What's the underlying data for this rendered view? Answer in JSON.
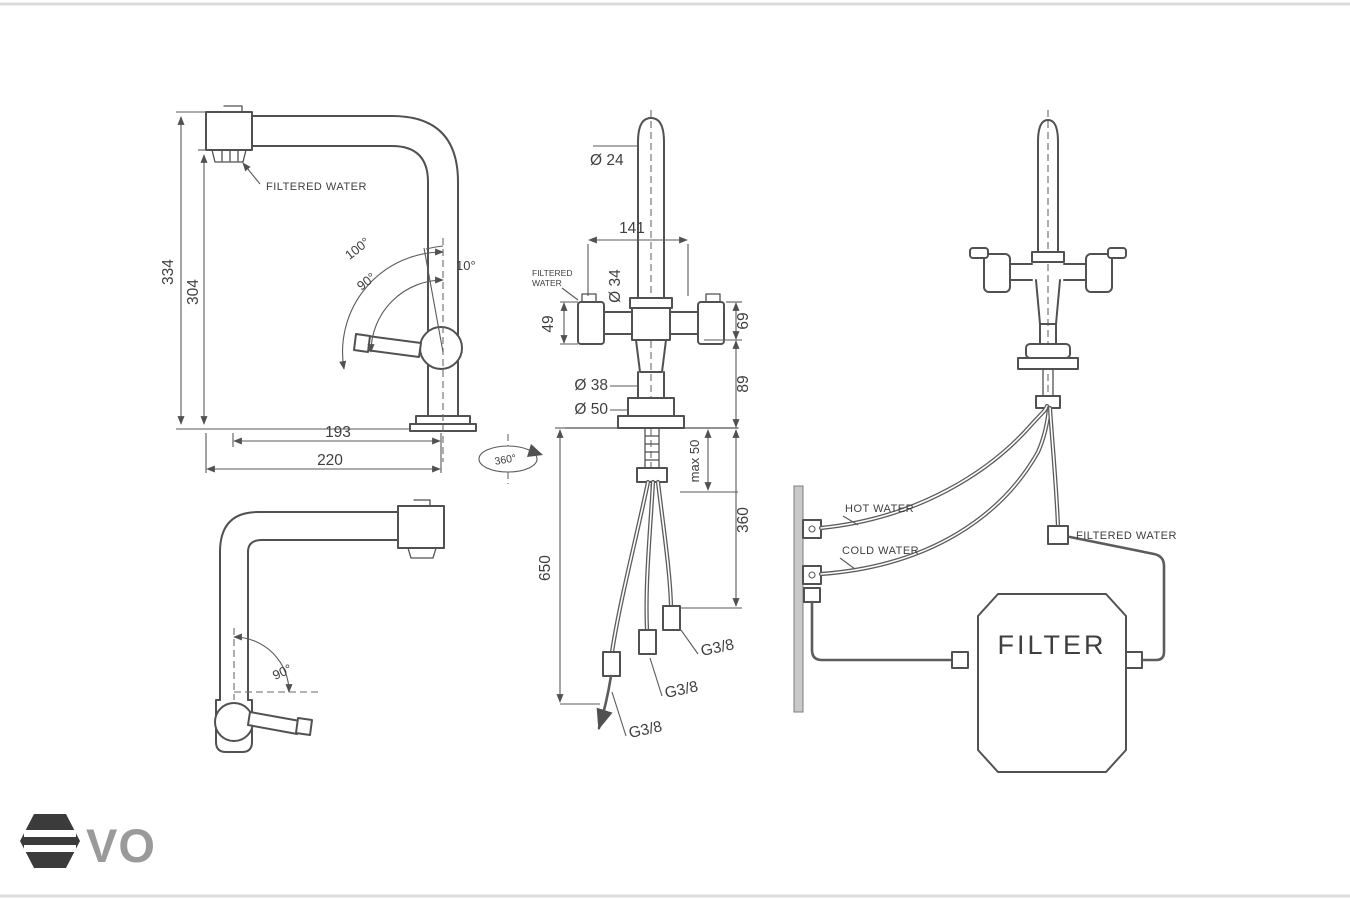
{
  "page": {
    "bg": "#ffffff",
    "line_color": "#515151"
  },
  "logo": {
    "text": "VO"
  },
  "side_top": {
    "filtered_water": "FILTERED WATER",
    "dim_334": "334",
    "dim_304": "304",
    "dim_193": "193",
    "dim_220": "220",
    "angle_100": "100°",
    "angle_90": "90°",
    "angle_10": "10°"
  },
  "rotation": {
    "label": "360°"
  },
  "bottom": {
    "angle_90": "90°"
  },
  "front": {
    "dia_24": "Ø 24",
    "dim_141": "141",
    "dia_34": "Ø 34",
    "filtered_line1": "FILTERED",
    "filtered_line2": "WATER",
    "dim_49": "49",
    "dim_69": "69",
    "dia_38": "Ø 38",
    "dia_50": "Ø 50",
    "dim_89": "89",
    "max_50": "max 50",
    "dim_360": "360",
    "dim_650": "650",
    "g38_top": "G3/8",
    "g38_mid": "G3/8",
    "g38_bottom": "G3/8"
  },
  "schematic": {
    "hot_water": "HOT WATER",
    "cold_water": "COLD WATER",
    "filtered_water": "FILTERED WATER",
    "filter": "FILTER"
  }
}
